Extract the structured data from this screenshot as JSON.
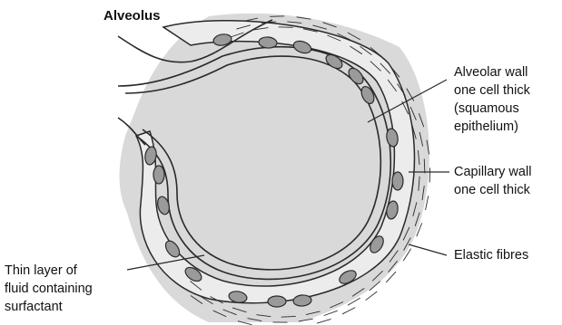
{
  "title": "Alveolus",
  "labels": {
    "alveolar_wall": "Alveolar wall\none cell thick\n(squamous\nepithelium)",
    "capillary_wall": "Capillary wall\none cell thick",
    "elastic_fibres": "Elastic fibres",
    "fluid_layer": "Thin layer of\nfluid containing\nsurfactant"
  },
  "colors": {
    "tissue": "#d9d9d9",
    "capillary": "#ececec",
    "cell": "#9a9a9a",
    "line": "#2a2a2a"
  }
}
